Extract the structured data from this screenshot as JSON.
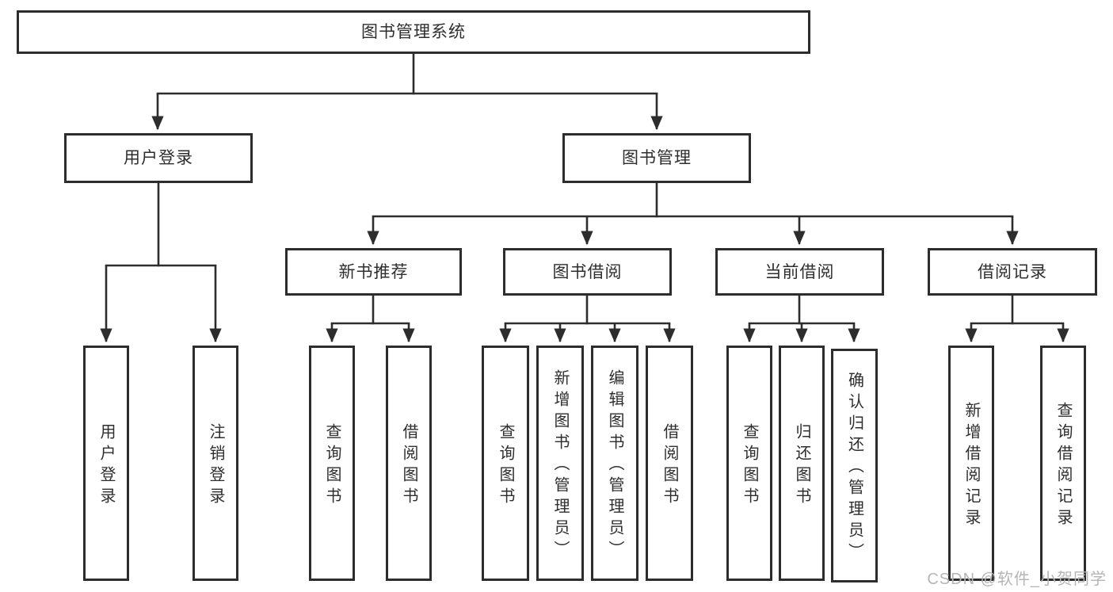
{
  "tree": {
    "root": "图书管理系统",
    "children": [
      {
        "label": "用户登录",
        "children": [
          "用户登录",
          "注销登录"
        ]
      },
      {
        "label": "图书管理",
        "children": [
          {
            "label": "新书推荐",
            "children": [
              "查询图书",
              "借阅图书"
            ]
          },
          {
            "label": "图书借阅",
            "children": [
              "查询图书",
              "新增图书（管理员）",
              "编辑图书（管理员）",
              "借阅图书"
            ]
          },
          {
            "label": "当前借阅",
            "children": [
              "查询图书",
              "归还图书",
              "确认归还（管理员）"
            ]
          },
          {
            "label": "借阅记录",
            "children": [
              "新增借阅记录",
              "查询借阅记录"
            ]
          }
        ]
      }
    ]
  },
  "watermark": "CSDN @软件_小贺同学",
  "colors": {
    "line": "#2d2d2d",
    "text": "#2e2e2e",
    "box_fill": "#ffffff",
    "watermark": "#b5b5b5",
    "background": "#ffffff"
  }
}
